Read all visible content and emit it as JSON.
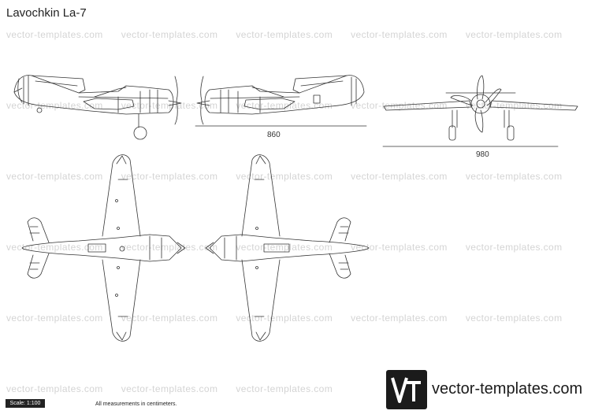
{
  "title": "Lavochkin La-7",
  "watermark": "vector-templates.com",
  "dimensions": {
    "side_length": "860",
    "front_span": "980"
  },
  "footer": {
    "scale_label": "Scale: 1:100",
    "measurement_note": "All measurements in centimeters."
  },
  "logo": {
    "mark": "Vt",
    "text": "vector-templates.com"
  },
  "colors": {
    "line": "#333333",
    "watermark": "#d4d4d4",
    "logo": "#1b1b1b"
  }
}
